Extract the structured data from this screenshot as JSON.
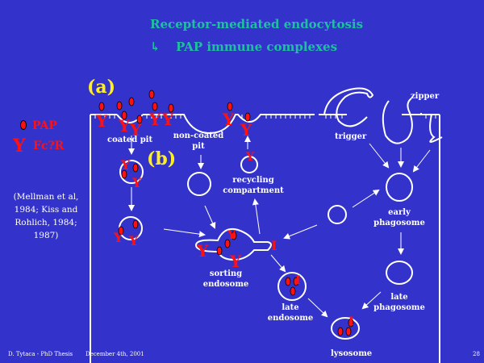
{
  "header": {
    "title": "Receptor-mediated endocytosis",
    "subtitle_arrow": "↳",
    "subtitle": "PAP immune complexes"
  },
  "legend": {
    "pap_label": "PAP",
    "receptor_symbol": "Y",
    "receptor_label": "Fc?R"
  },
  "citation": {
    "lines": [
      "(Mellman et al,",
      "1984; Kiss and",
      "Rohlich, 1984;",
      "1987)"
    ]
  },
  "panels": {
    "a": "(a)",
    "b": "(b)"
  },
  "labels": {
    "coated_pit": "coated pit",
    "non_coated_pit": [
      "non-coated",
      "pit"
    ],
    "recycling_compartment": [
      "recycling",
      "compartment"
    ],
    "sorting_endosome": [
      "sorting",
      "endosome"
    ],
    "late_endosome": [
      "late",
      "endosome"
    ],
    "lysosome": "lysosome",
    "trigger": "trigger",
    "zipper": "zipper",
    "early_phagosome": [
      "early",
      "phagosome"
    ],
    "late_phagosome": [
      "late",
      "phagosome"
    ]
  },
  "footer": {
    "author": "D. Tytaca - PhD Thesis",
    "date": "December 4th, 2001",
    "page": "28"
  },
  "colors": {
    "background": "#3333cc",
    "title": "#1fc0a0",
    "panel_label": "#ffee22",
    "pap_receptor": "#ff1111",
    "line": "#ffffff"
  }
}
